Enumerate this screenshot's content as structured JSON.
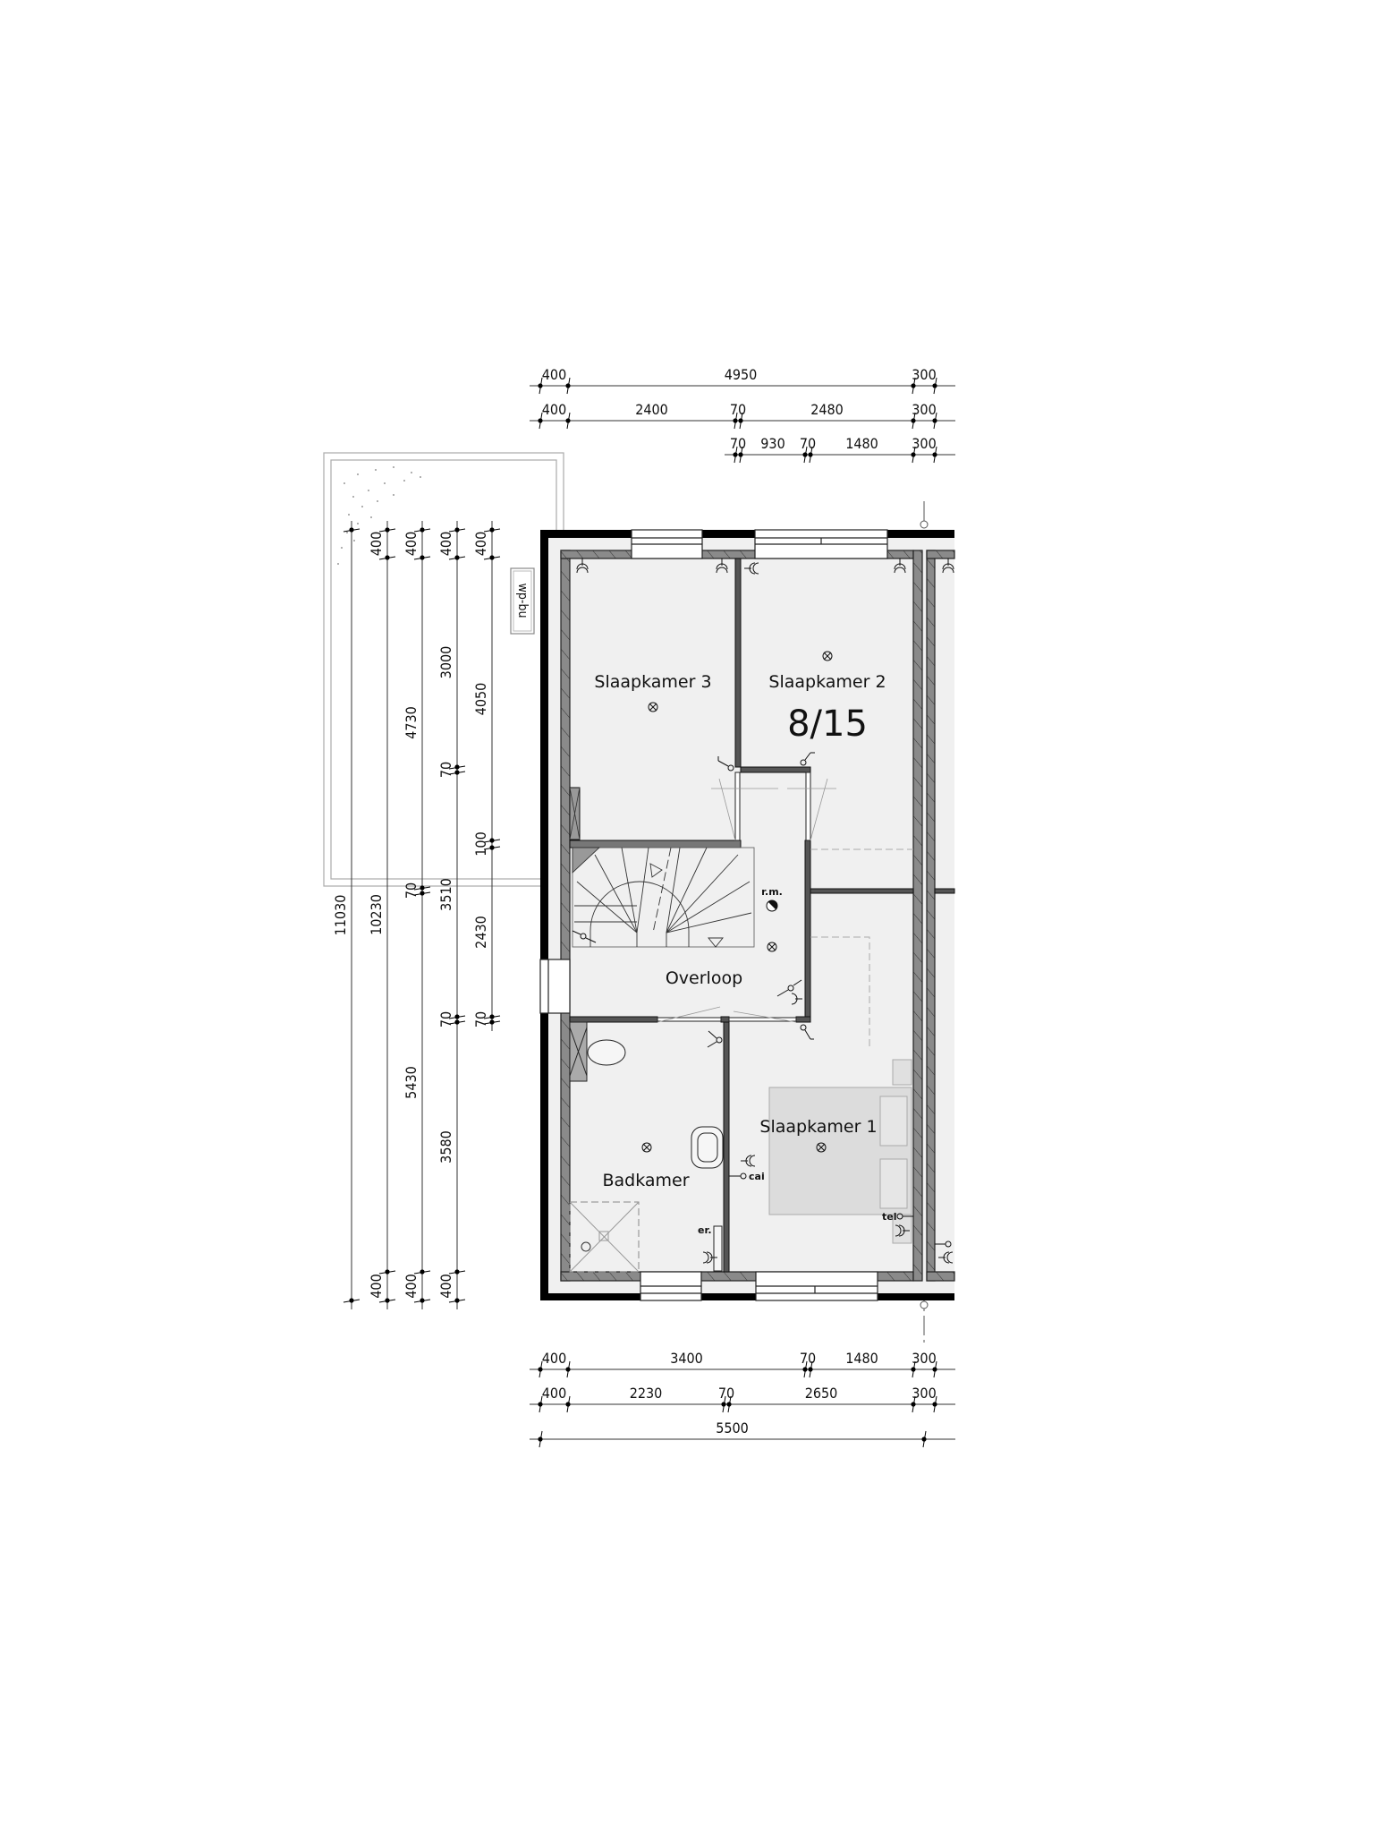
{
  "rooms": {
    "slaapkamer_3": "Slaapkamer 3",
    "slaapkamer_2": "Slaapkamer 2",
    "overloop": "Overloop",
    "badkamer": "Badkamer",
    "slaapkamer_1": "Slaapkamer 1"
  },
  "plan_number": "8/15",
  "annotations": {
    "rm": "r.m.",
    "cai": "cai",
    "tel": "tel",
    "er": "er.",
    "wpbu": "wp-bu"
  },
  "dimensions": {
    "top": [
      [
        "400",
        "4950",
        "300"
      ],
      [
        "400",
        "2400",
        "70",
        "2480",
        "300"
      ],
      [
        "70",
        "930",
        "70",
        "1480",
        "300"
      ]
    ],
    "bottom": [
      [
        "400",
        "3400",
        "70",
        "1480",
        "300"
      ],
      [
        "400",
        "2230",
        "70",
        "2650",
        "300"
      ],
      [
        "5500"
      ]
    ],
    "left": [
      [
        "11030"
      ],
      [
        "400",
        "10230",
        "400"
      ],
      [
        "400",
        "4730",
        "70",
        "5430",
        "400"
      ],
      [
        "400",
        "3000",
        "70",
        "3510",
        "70",
        "3580",
        "400"
      ],
      [
        "400",
        "4050",
        "100",
        "2430",
        "70"
      ]
    ]
  },
  "colors": {
    "wall_outer": "#000000",
    "wall_inner": "#8a8a8a",
    "floor": "#f0f0f0",
    "furniture": "#dcdcdc"
  }
}
